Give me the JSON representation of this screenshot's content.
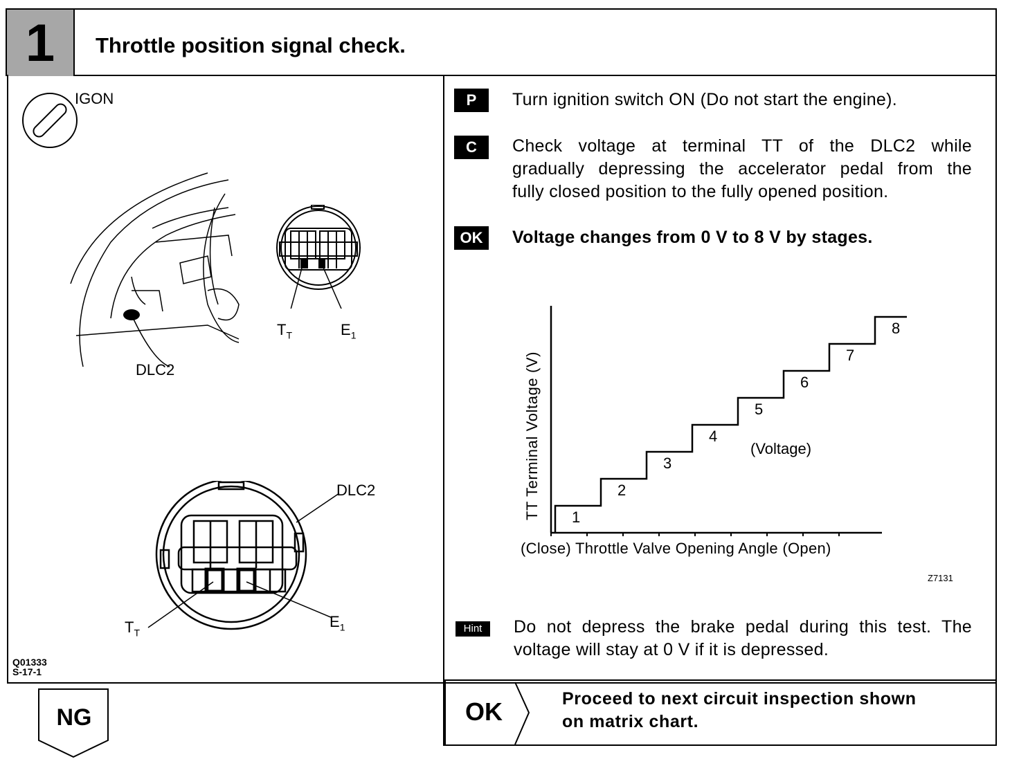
{
  "header": {
    "step_number": "1",
    "title": "Throttle position signal check."
  },
  "left_panel": {
    "igon_label": "IGON",
    "upper_figure": {
      "connector_label": "DLC2",
      "terminal_tt": "T",
      "terminal_tt_sub": "T",
      "terminal_e1": "E",
      "terminal_e1_sub": "1"
    },
    "lower_figure": {
      "connector_label": "DLC2",
      "terminal_tt": "T",
      "terminal_tt_sub": "T",
      "terminal_e1": "E",
      "terminal_e1_sub": "1"
    },
    "figure_codes": [
      "Q01333",
      "S-17-1"
    ]
  },
  "steps": [
    {
      "tag": "P",
      "text": "Turn ignition switch ON (Do not start the engine)."
    },
    {
      "tag": "C",
      "lines": [
        "Check voltage at terminal TT of the DLC2 while",
        "gradually depressing the accelerator pedal from the",
        "fully closed position to the fully opened position."
      ]
    },
    {
      "tag": "OK",
      "text": "Voltage changes from 0 V to 8 V by stages."
    }
  ],
  "chart_data": {
    "type": "line",
    "ylabel": "TT Terminal Voltage (V)",
    "xlabel": "(Close) Throttle Valve Opening Angle (Open)",
    "annotation": "(Voltage)",
    "x": [
      1,
      2,
      3,
      4,
      5,
      6,
      7,
      8
    ],
    "values": [
      1,
      2,
      3,
      4,
      5,
      6,
      7,
      8
    ],
    "step_labels": [
      "1",
      "2",
      "3",
      "4",
      "5",
      "6",
      "7",
      "8"
    ],
    "figure_code": "Z7131"
  },
  "hint": {
    "tag": "Hint",
    "lines": [
      "Do not depress the brake pedal during this test. The",
      "voltage will stay at 0 V if it is depressed."
    ]
  },
  "ng_box": {
    "label": "NG"
  },
  "ok_box": {
    "label": "OK",
    "lines": [
      "Proceed to next circuit inspection shown",
      "on matrix chart."
    ]
  }
}
